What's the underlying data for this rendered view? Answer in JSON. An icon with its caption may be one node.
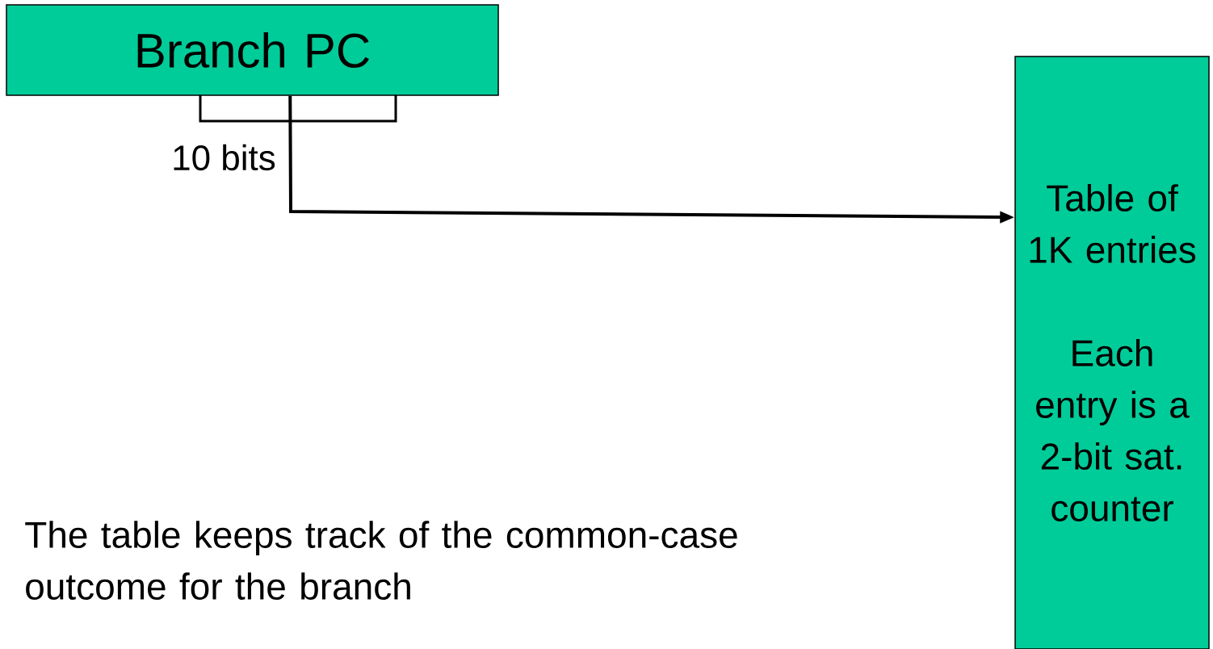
{
  "diagram": {
    "nodes": [
      {
        "text": [
          "Branch PC"
        ]
      },
      {
        "text": [
          "Table of 1K entries",
          "Each entry is a 2-bit sat. counter"
        ]
      }
    ],
    "edges": [
      {
        "from": 0,
        "to": 1,
        "arrow": "to",
        "label": "10 bits"
      }
    ],
    "labels": [
      "The table keeps track of the common-case outcome for the branch"
    ]
  }
}
